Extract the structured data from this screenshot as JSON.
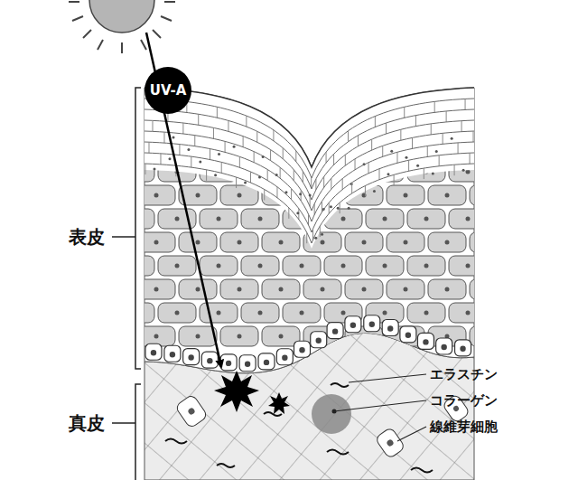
{
  "diagram": {
    "nodes": [
      {
        "text": [
          "UV-A"
        ]
      }
    ],
    "labels": [
      "表皮",
      "真皮",
      "エラスチン",
      "コラーゲン",
      "線維芽細胞"
    ]
  }
}
